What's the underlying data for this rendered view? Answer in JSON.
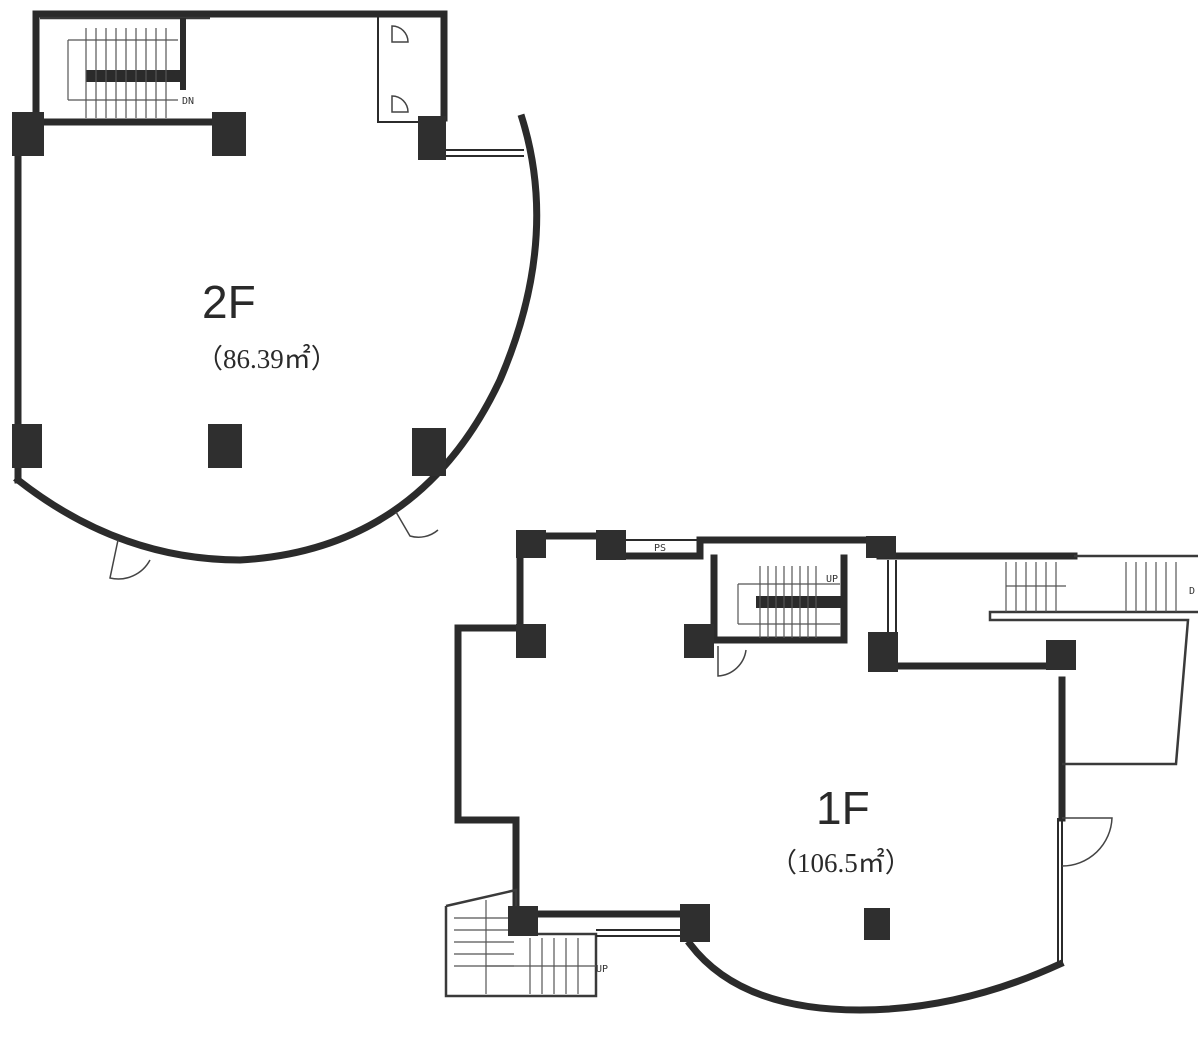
{
  "floors": [
    {
      "id": "2F",
      "label": "2F",
      "area": "（86.39㎡）",
      "stair_label": "DN"
    },
    {
      "id": "1F",
      "label": "1F",
      "area": "（106.5㎡）",
      "stair_label_inner": "UP",
      "stair_label_outer_right": "D",
      "stair_label_outer_left": "UP",
      "ps_label": "PS"
    }
  ],
  "colors": {
    "wall": "#2b2b2b",
    "column": "#2f2f2f",
    "background": "#ffffff"
  }
}
